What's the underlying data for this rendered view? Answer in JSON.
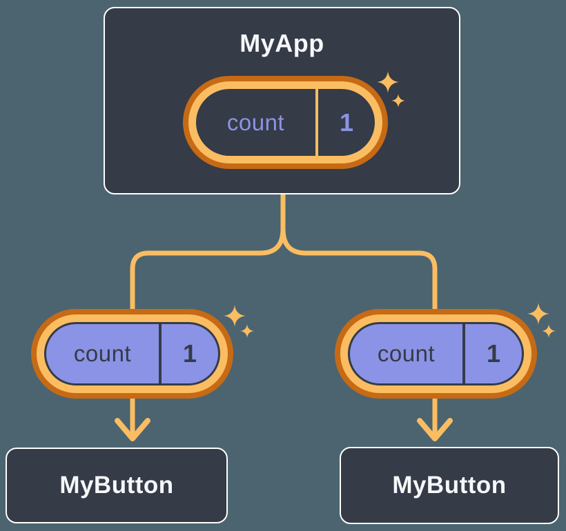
{
  "diagram": {
    "app": {
      "title": "MyApp",
      "state": {
        "label": "count",
        "value": "1"
      }
    },
    "children": [
      {
        "title": "MyButton",
        "state": {
          "label": "count",
          "value": "1"
        }
      },
      {
        "title": "MyButton",
        "state": {
          "label": "count",
          "value": "1"
        }
      }
    ],
    "icons": {
      "sparkle": "4-point star sparkle",
      "arrow": "downward chevron arrow"
    },
    "colors": {
      "page_background": "#4b6470",
      "card_background": "#353b47",
      "card_border": "#ffffff",
      "orange_dark": "#c76a15",
      "orange_light": "#fabd62",
      "lavender": "#8b93e6",
      "text_light": "#f6f7f9",
      "text_dark": "#353b47"
    }
  }
}
